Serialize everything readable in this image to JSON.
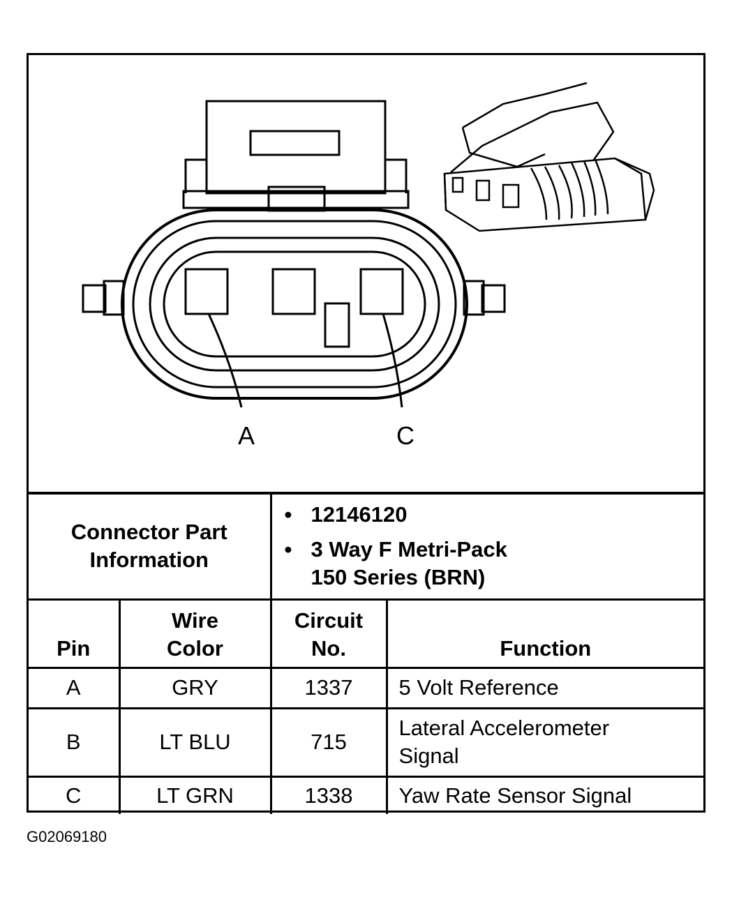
{
  "diagram": {
    "pin_labels": [
      "A",
      "C"
    ]
  },
  "connector_info": {
    "label_line1": "Connector Part",
    "label_line2": "Information",
    "bullets": [
      {
        "line1": "12146120",
        "line2": ""
      },
      {
        "line1": "3 Way F Metri-Pack",
        "line2": "150 Series (BRN)"
      }
    ]
  },
  "table": {
    "headers": {
      "pin": "Pin",
      "wire_color_1": "Wire",
      "wire_color_2": "Color",
      "circuit_1": "Circuit",
      "circuit_2": "No.",
      "function": "Function"
    },
    "rows": [
      {
        "pin": "A",
        "color": "GRY",
        "circuit": "1337",
        "function_1": "5 Volt Reference",
        "function_2": ""
      },
      {
        "pin": "B",
        "color": "LT BLU",
        "circuit": "715",
        "function_1": "Lateral Accelerometer",
        "function_2": "Signal"
      },
      {
        "pin": "C",
        "color": "LT GRN",
        "circuit": "1338",
        "function_1": "Yaw Rate Sensor Signal",
        "function_2": ""
      }
    ]
  },
  "figure_id": "G02069180"
}
